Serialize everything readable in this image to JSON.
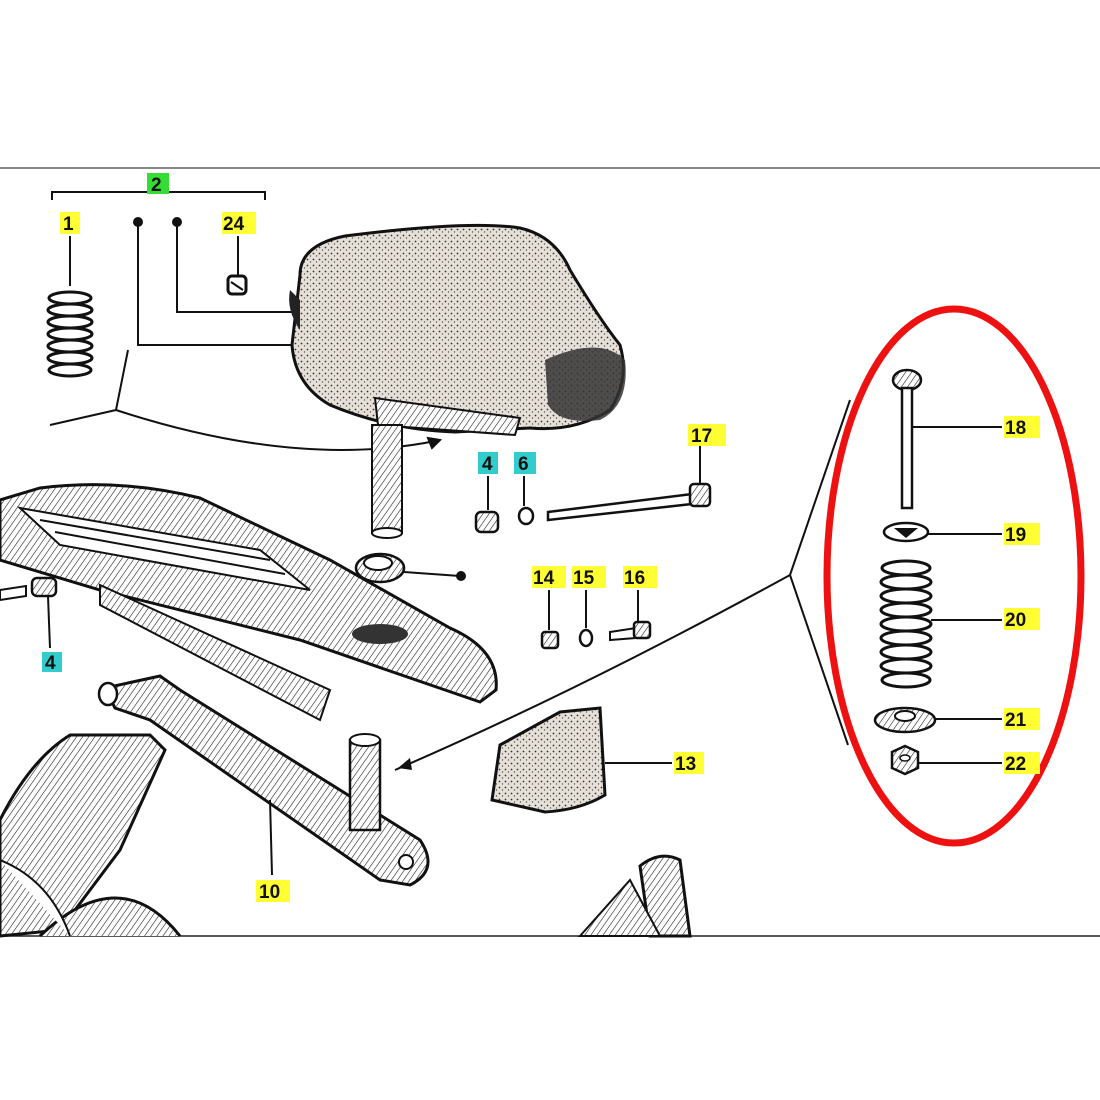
{
  "colors": {
    "highlight_yellow": "#ffff33",
    "highlight_green": "#33dd33",
    "highlight_cyan": "#33cccc",
    "circle_red": "#ee1111",
    "ink": "#111111",
    "foam": "#d9d2c8"
  },
  "labels": {
    "l1": "1",
    "l2": "2",
    "l24": "24",
    "l4a": "4",
    "l6": "6",
    "l17": "17",
    "l14": "14",
    "l15": "15",
    "l16": "16",
    "l4b": "4",
    "l13": "13",
    "l10": "10",
    "l18": "18",
    "l19": "19",
    "l20": "20",
    "l21": "21",
    "l22": "22"
  }
}
